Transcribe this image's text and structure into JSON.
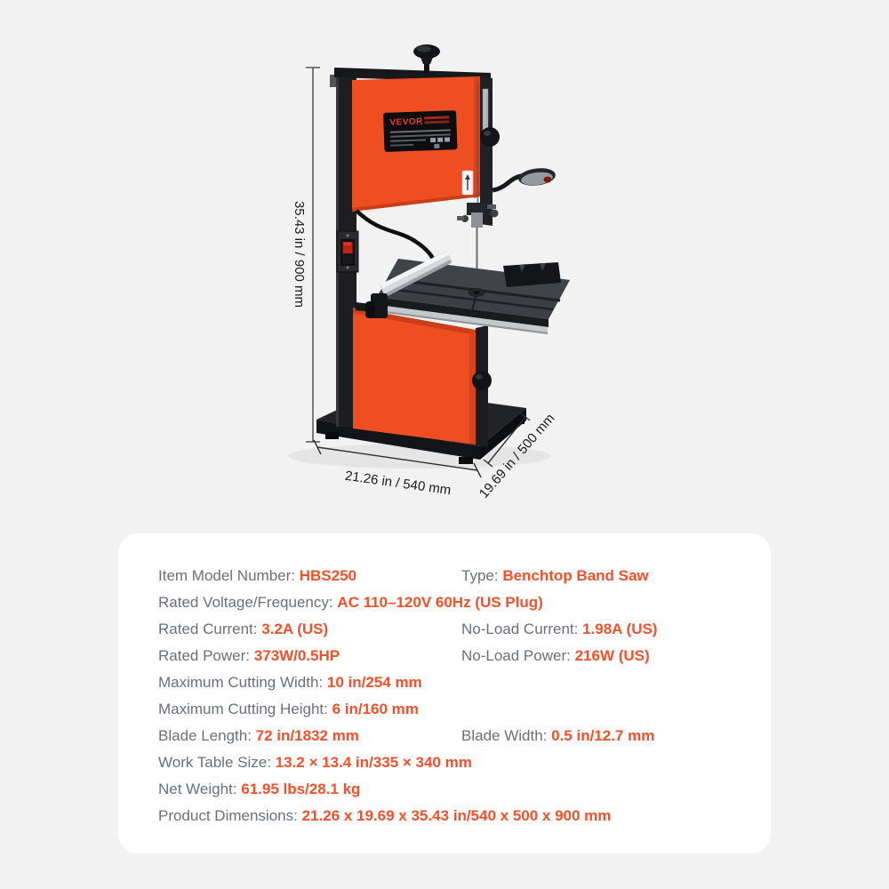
{
  "machine": {
    "brand": "VEVOR",
    "type_illustrated": "benchtop band saw product photo",
    "dimensions": {
      "height": "35.43 in / 900 mm",
      "width": "21.26 in / 540 mm",
      "depth": "19.69 in / 500 mm"
    },
    "colors": {
      "body_orange": "#ee4e22",
      "body_black": "#1a1b1e",
      "brand_red": "#e8402a"
    }
  },
  "specs": {
    "label_color": "#6b7077",
    "value_color": "#f2512b",
    "rows": [
      {
        "cols": [
          {
            "label": "Item Model Number: ",
            "value": "HBS250"
          },
          {
            "label": "Type: ",
            "value": "Benchtop Band Saw"
          }
        ]
      },
      {
        "cols": [
          {
            "label": "Rated Voltage/Frequency: ",
            "value": "AC 110–120V 60Hz (US Plug)"
          }
        ]
      },
      {
        "cols": [
          {
            "label": "Rated Current: ",
            "value": "3.2A (US)"
          },
          {
            "label": "No-Load Current: ",
            "value": "1.98A (US)"
          }
        ]
      },
      {
        "cols": [
          {
            "label": "Rated Power: ",
            "value": "373W/0.5HP"
          },
          {
            "label": "No-Load Power: ",
            "value": "216W (US)"
          }
        ]
      },
      {
        "cols": [
          {
            "label": "Maximum Cutting Width: ",
            "value": "10 in/254 mm"
          }
        ]
      },
      {
        "cols": [
          {
            "label": "Maximum Cutting Height: ",
            "value": "6 in/160 mm"
          }
        ]
      },
      {
        "cols": [
          {
            "label": "Blade Length: ",
            "value": "72 in/1832 mm"
          },
          {
            "label": "Blade Width: ",
            "value": "0.5 in/12.7 mm"
          }
        ]
      },
      {
        "cols": [
          {
            "label": "Work Table Size: ",
            "value": "13.2 × 13.4 in/335 × 340 mm"
          }
        ]
      },
      {
        "cols": [
          {
            "label": "Net Weight: ",
            "value": "61.95 lbs/28.1 kg"
          }
        ]
      },
      {
        "cols": [
          {
            "label": "Product Dimensions: ",
            "value": "21.26 x 19.69 x 35.43 in/540 x 500 x 900 mm"
          }
        ]
      }
    ]
  }
}
